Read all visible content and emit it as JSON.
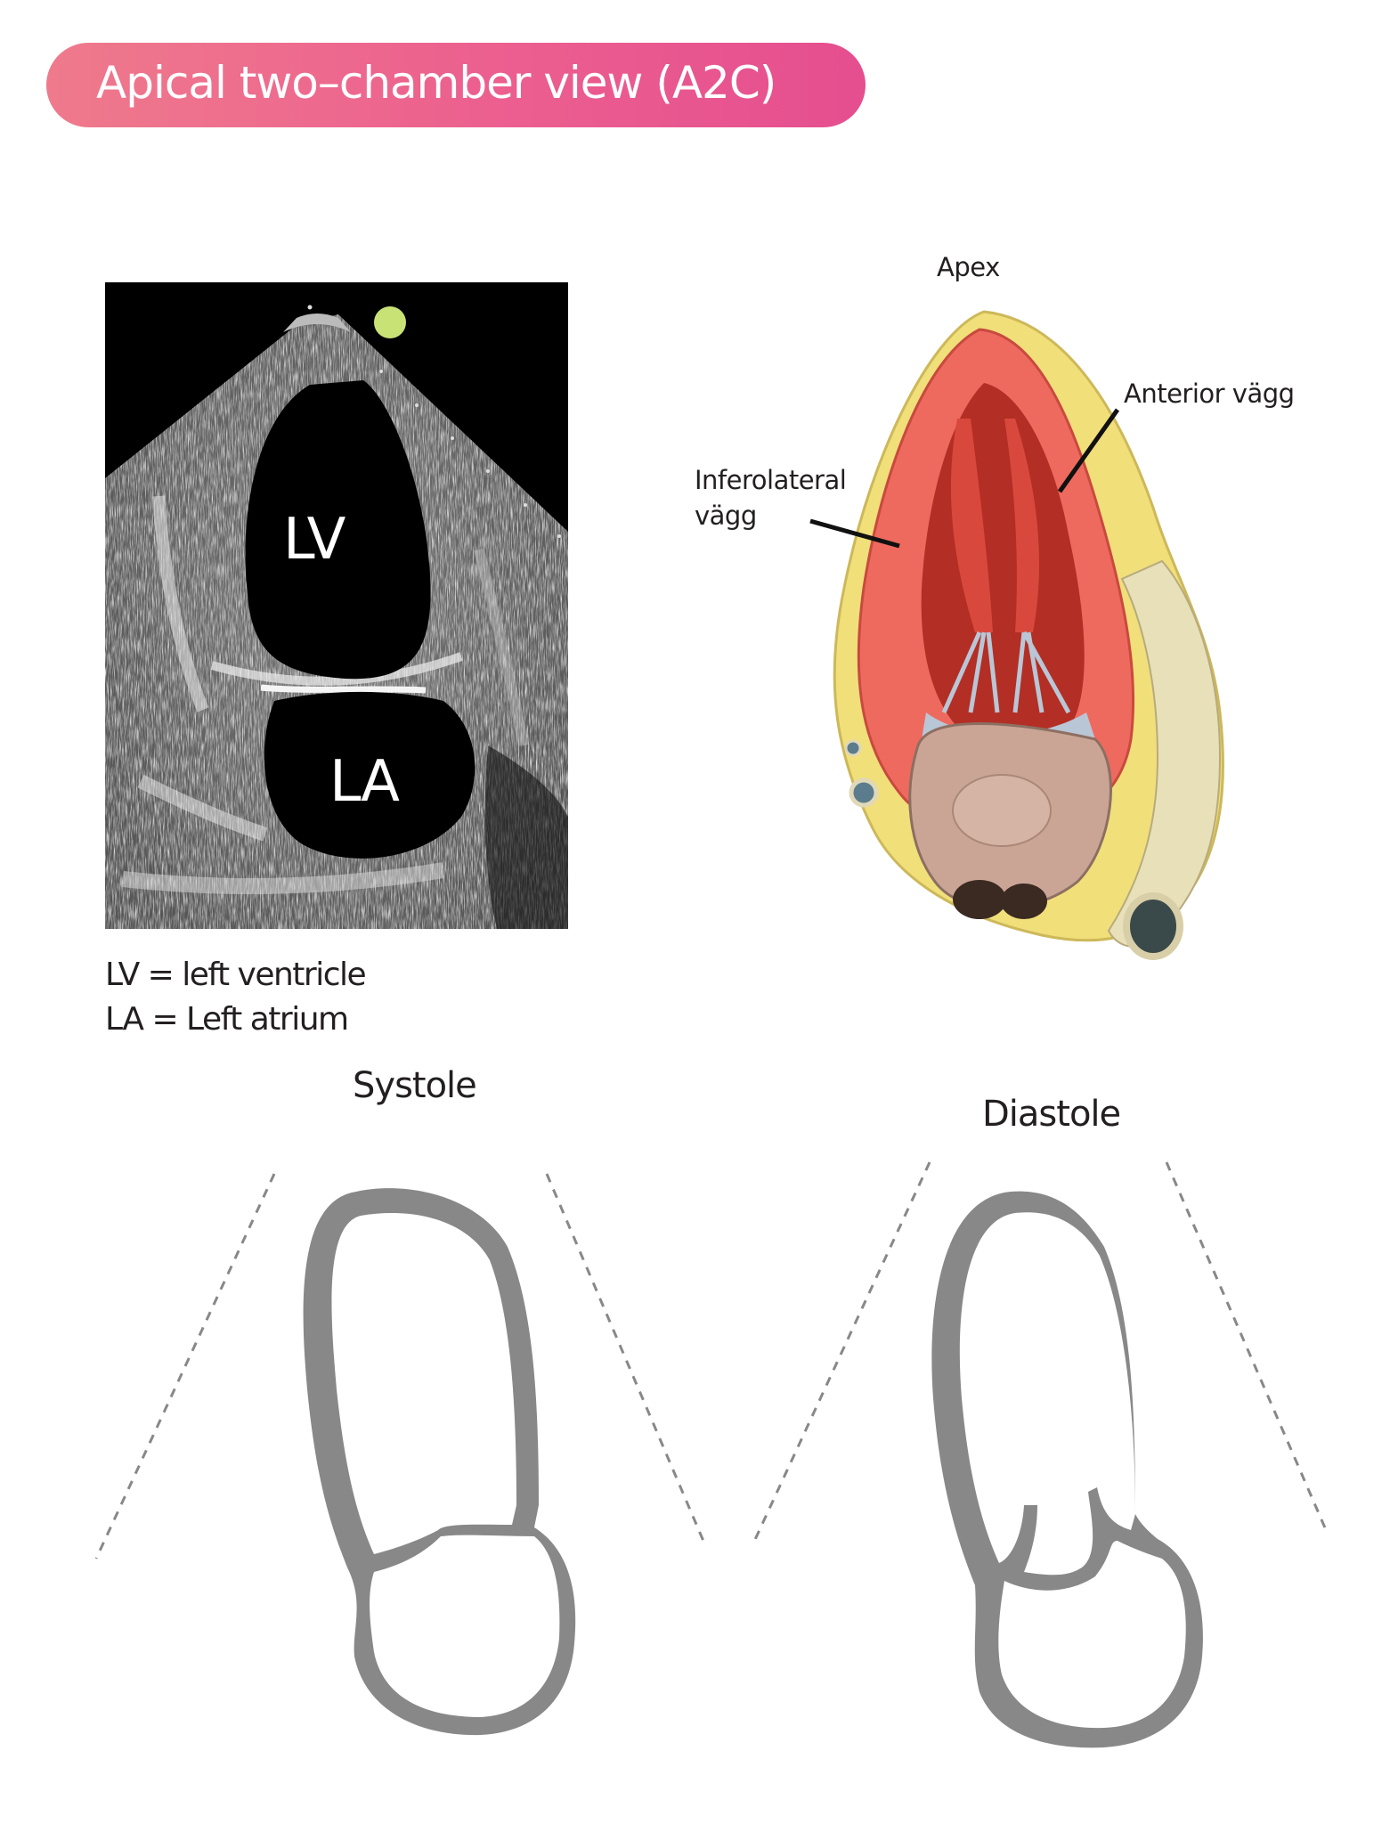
{
  "banner": {
    "title": "Apical two–chamber view (A2C)",
    "colors": {
      "start": "#ef7a8c",
      "end": "#e54e8f"
    }
  },
  "echo": {
    "lv_label": "LV",
    "la_label": "LA",
    "marker_color": "#c9e276"
  },
  "legend": {
    "line1": "LV = left ventricle",
    "line2": "LA = Left atrium"
  },
  "anatomy": {
    "apex": "Apex",
    "anterior": "Anterior vägg",
    "inferolateral_line1": "Inferolateral",
    "inferolateral_line2": "vägg",
    "colors": {
      "myocardium": "#ef6a5e",
      "fat": "#f1df7a",
      "chordae": "#b9c6d6",
      "valve": "#caa596"
    }
  },
  "diagrams": {
    "systole": "Systole",
    "diastole": "Diastole",
    "wall_color": "#888888"
  }
}
